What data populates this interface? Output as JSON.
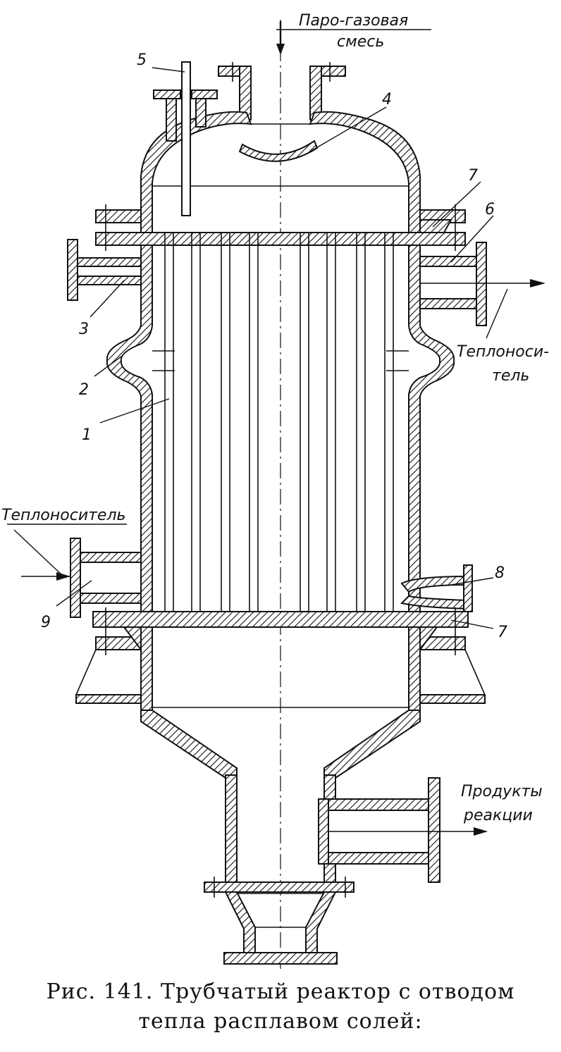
{
  "labels": {
    "top_inlet_1": "Паро-газовая",
    "top_inlet_2": "смесь",
    "coolant_out_1": "Теплоноси-",
    "coolant_out_2": "тель",
    "coolant_in": "Теплоноситель",
    "products_1": "Продукты",
    "products_2": "реакции"
  },
  "numbers": {
    "n1": "1",
    "n2": "2",
    "n3": "3",
    "n4": "4",
    "n5": "5",
    "n6": "6",
    "n7a": "7",
    "n7b": "7",
    "n8": "8",
    "n9": "9"
  },
  "caption": {
    "line1": "Рис. 141. Трубчатый реактор с отводом",
    "line2": "тепла расплавом солей:"
  }
}
